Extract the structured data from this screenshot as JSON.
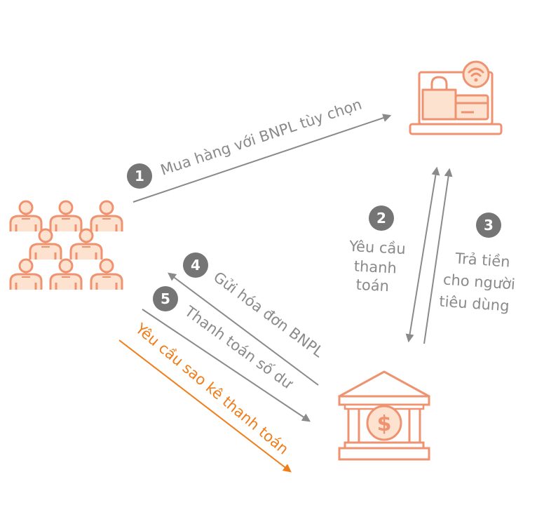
{
  "steps": [
    {
      "number": "1",
      "label": "Mua hàng với BNPL tùy chọn"
    },
    {
      "number": "2",
      "lines": [
        "Yêu cầu",
        "thanh",
        "toán"
      ]
    },
    {
      "number": "3",
      "lines": [
        "Trả tiền",
        "cho người",
        "tiêu dùng"
      ]
    },
    {
      "number": "4",
      "label": "Gửi hóa đơn BNPL"
    },
    {
      "number": "5",
      "label": "Thanh toán số dư"
    }
  ],
  "highlight_label": "Yêu cầu sao kê thanh toán",
  "colors": {
    "icon": "#ef9270",
    "arrow": "#8a8a8a",
    "badge": "#757575",
    "highlight": "#f07d1a",
    "icon_fill": "#fde2cf"
  },
  "icons": {
    "consumers": "people-group-icon",
    "merchant": "online-shop-icon",
    "provider": "bank-icon",
    "currency": "dollar-icon"
  }
}
